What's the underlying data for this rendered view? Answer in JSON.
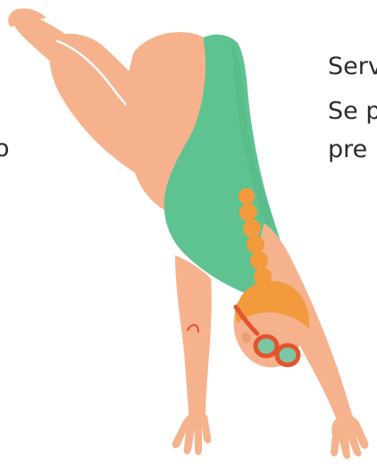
{
  "text_fragments": {
    "left": "o",
    "right_line_1": "Serv",
    "right_line_2": "Se p",
    "right_line_3": "pre"
  },
  "colors": {
    "skin": "#F6B28C",
    "skin_shadow": "#E99E78",
    "swimsuit": "#5FC391",
    "swimsuit_dark": "#4FAE80",
    "hair": "#F29A3C",
    "goggles": "#E4532E",
    "goggle_lens": "#7CC7A3",
    "text": "#2B2B2B",
    "background": "#FFFFFF"
  },
  "illustration": {
    "subject": "diver-figure",
    "icons": [
      "goggles-icon",
      "hair-bead-icon"
    ]
  }
}
